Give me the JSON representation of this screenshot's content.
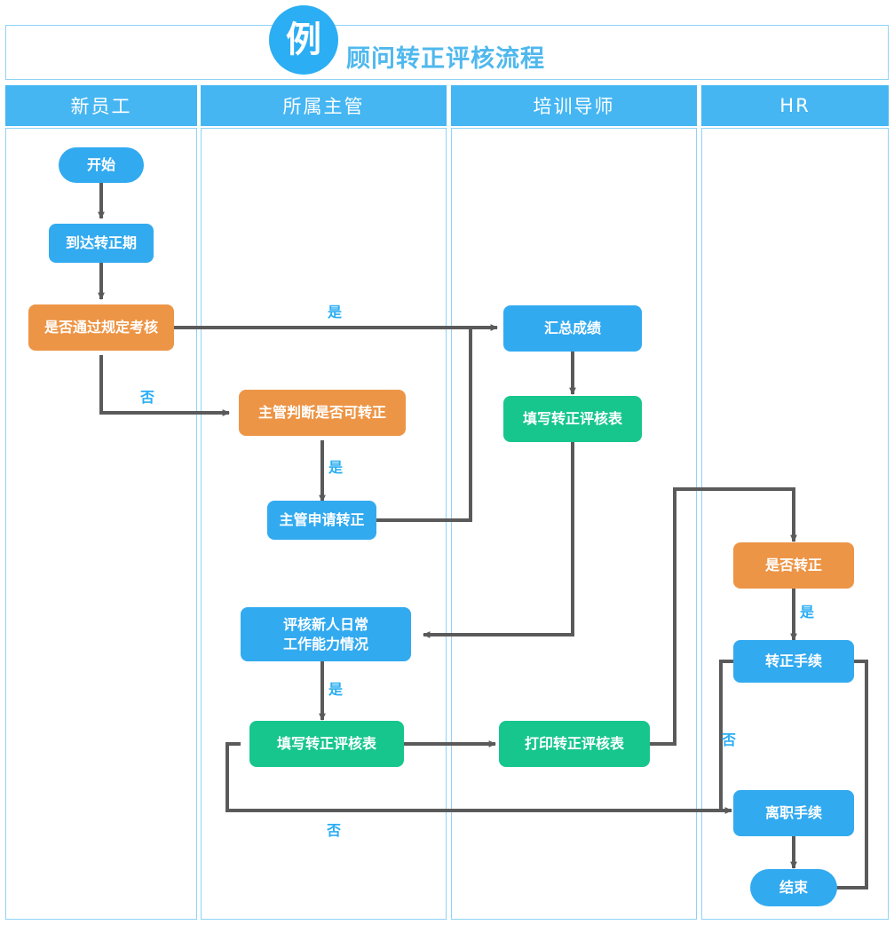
{
  "header": {
    "badge": "例",
    "title": "顾问转正评核流程"
  },
  "lanes": [
    {
      "label": "新员工"
    },
    {
      "label": "所属主管"
    },
    {
      "label": "培训导师"
    },
    {
      "label": "HR"
    }
  ],
  "chart_data": {
    "type": "diagram",
    "title": "顾问转正评核流程",
    "diagram_kind": "swimlane-flowchart",
    "lanes": [
      "新员工",
      "所属主管",
      "培训导师",
      "HR"
    ],
    "colors": {
      "blue": "#32AAF0",
      "orange": "#ED9546",
      "green": "#17C68D",
      "lane_header": "#45B6F2",
      "lane_border": "#8ed3f7",
      "connector": "#5A5A5A",
      "label_text": "#2BAEF3"
    },
    "nodes": [
      {
        "id": "n1",
        "label": "开始",
        "lane": "新员工",
        "shape": "pill",
        "color": "blue"
      },
      {
        "id": "n2",
        "label": "到达转正期",
        "lane": "新员工",
        "shape": "rect",
        "color": "blue"
      },
      {
        "id": "n3",
        "label": "是否通过规定考核",
        "lane": "新员工",
        "shape": "decision",
        "color": "orange"
      },
      {
        "id": "n4",
        "label": "主管判断是否可转正",
        "lane": "所属主管",
        "shape": "decision",
        "color": "orange"
      },
      {
        "id": "n5",
        "label": "主管申请转正",
        "lane": "所属主管",
        "shape": "rect",
        "color": "blue"
      },
      {
        "id": "n6",
        "label": "评核新人日常\n工作能力情况",
        "lane": "所属主管",
        "shape": "rect",
        "color": "blue"
      },
      {
        "id": "n7",
        "label": "填写转正评核表",
        "lane": "所属主管",
        "shape": "rect",
        "color": "green"
      },
      {
        "id": "n8",
        "label": "汇总成绩",
        "lane": "培训导师",
        "shape": "rect",
        "color": "blue"
      },
      {
        "id": "n9",
        "label": "填写转正评核表",
        "lane": "培训导师",
        "shape": "rect",
        "color": "green"
      },
      {
        "id": "n10",
        "label": "打印转正评核表",
        "lane": "培训导师",
        "shape": "rect",
        "color": "green"
      },
      {
        "id": "n11",
        "label": "是否转正",
        "lane": "HR",
        "shape": "decision",
        "color": "orange"
      },
      {
        "id": "n12",
        "label": "转正手续",
        "lane": "HR",
        "shape": "rect",
        "color": "blue"
      },
      {
        "id": "n13",
        "label": "离职手续",
        "lane": "HR",
        "shape": "rect",
        "color": "blue"
      },
      {
        "id": "n14",
        "label": "结束",
        "lane": "HR",
        "shape": "pill",
        "color": "blue"
      }
    ],
    "edges": [
      {
        "from": "n1",
        "to": "n2",
        "label": ""
      },
      {
        "from": "n2",
        "to": "n3",
        "label": ""
      },
      {
        "from": "n3",
        "to": "n8",
        "label": "是"
      },
      {
        "from": "n3",
        "to": "n4",
        "label": "否"
      },
      {
        "from": "n4",
        "to": "n5",
        "label": "是"
      },
      {
        "from": "n5",
        "to": "n8",
        "label": ""
      },
      {
        "from": "n8",
        "to": "n9",
        "label": ""
      },
      {
        "from": "n9",
        "to": "n6",
        "label": ""
      },
      {
        "from": "n6",
        "to": "n7",
        "label": "是"
      },
      {
        "from": "n7",
        "to": "n10",
        "label": ""
      },
      {
        "from": "n10",
        "to": "n11",
        "label": ""
      },
      {
        "from": "n11",
        "to": "n12",
        "label": "是"
      },
      {
        "from": "n12",
        "to": "n13",
        "label": "否"
      },
      {
        "from": "n12",
        "to": "n14",
        "label": ""
      },
      {
        "from": "n13",
        "to": "n14",
        "label": ""
      },
      {
        "from": "n7",
        "to": "n13",
        "label": "否"
      }
    ]
  },
  "nodes": {
    "n1": {
      "label": "开始"
    },
    "n2": {
      "label": "到达转正期"
    },
    "n3": {
      "label": "是否通过规定考核"
    },
    "n4": {
      "label": "主管判断是否可转正"
    },
    "n5": {
      "label": "主管申请转正"
    },
    "n6": {
      "line1": "评核新人日常",
      "line2": "工作能力情况"
    },
    "n7": {
      "label": "填写转正评核表"
    },
    "n8": {
      "label": "汇总成绩"
    },
    "n9": {
      "label": "填写转正评核表"
    },
    "n10": {
      "label": "打印转正评核表"
    },
    "n11": {
      "label": "是否转正"
    },
    "n12": {
      "label": "转正手续"
    },
    "n13": {
      "label": "离职手续"
    },
    "n14": {
      "label": "结束"
    }
  },
  "edge_labels": {
    "yes_pass_exam": "是",
    "no_pass_exam": "否",
    "yes_manager_approve": "是",
    "yes_eval_ok": "是",
    "yes_hr_confirm": "是",
    "no_hr_confirm": "否",
    "no_bottom_loop": "否"
  }
}
